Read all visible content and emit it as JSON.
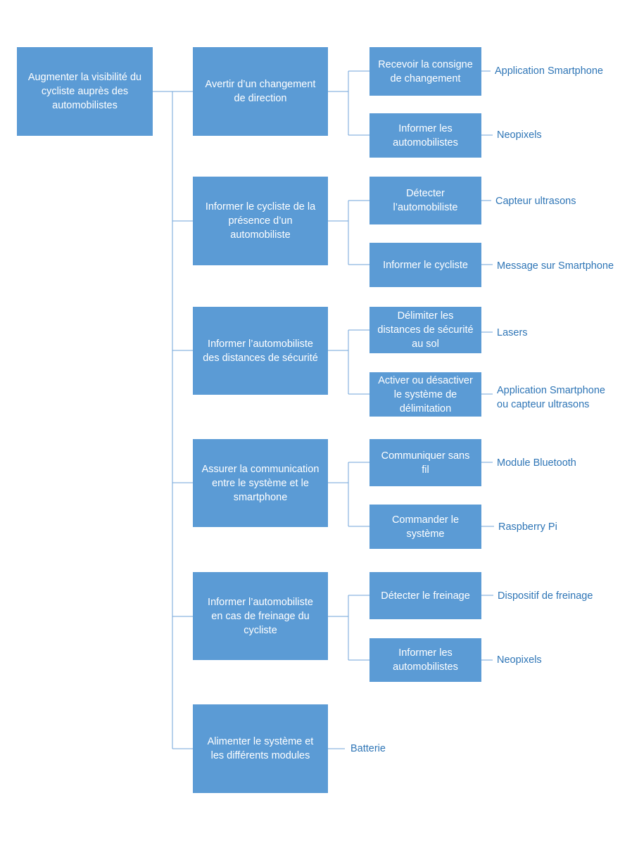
{
  "diagram": {
    "root": "Augmenter la visibilité du\ncycliste auprès des\nautomobilistes",
    "functions": [
      {
        "label": "Avertir d’un changement\nde direction",
        "subs": [
          {
            "label": "Recevoir la consigne\nde changement",
            "solution": "Application Smartphone"
          },
          {
            "label": "Informer les\nautomobilistes",
            "solution": "Neopixels"
          }
        ]
      },
      {
        "label": "Informer le cycliste de la\nprésence d’un\nautomobiliste",
        "subs": [
          {
            "label": "Détecter\nl’automobiliste",
            "solution": "Capteur ultrasons"
          },
          {
            "label": "Informer le cycliste",
            "solution": "Message sur Smartphone"
          }
        ]
      },
      {
        "label": "Informer l’automobiliste\ndes distances de sécurité",
        "subs": [
          {
            "label": "Délimiter les\ndistances de sécurité\nau sol",
            "solution": "Lasers"
          },
          {
            "label": "Activer ou désactiver\nle système de\ndélimitation",
            "solution": "Application Smartphone\nou capteur ultrasons"
          }
        ]
      },
      {
        "label": "Assurer la communication\nentre le système et le\nsmartphone",
        "subs": [
          {
            "label": "Communiquer sans\nfil",
            "solution": "Module Bluetooth"
          },
          {
            "label": "Commander le\nsystème",
            "solution": "Raspberry Pi"
          }
        ]
      },
      {
        "label": "Informer l’automobiliste\nen cas de freinage du\ncycliste",
        "subs": [
          {
            "label": "Détecter le freinage",
            "solution": "Dispositif de freinage"
          },
          {
            "label": "Informer les\nautomobilistes",
            "solution": "Neopixels"
          }
        ]
      },
      {
        "label": "Alimenter le système et\nles différents modules",
        "subs": [],
        "solution": "Batterie"
      }
    ]
  }
}
